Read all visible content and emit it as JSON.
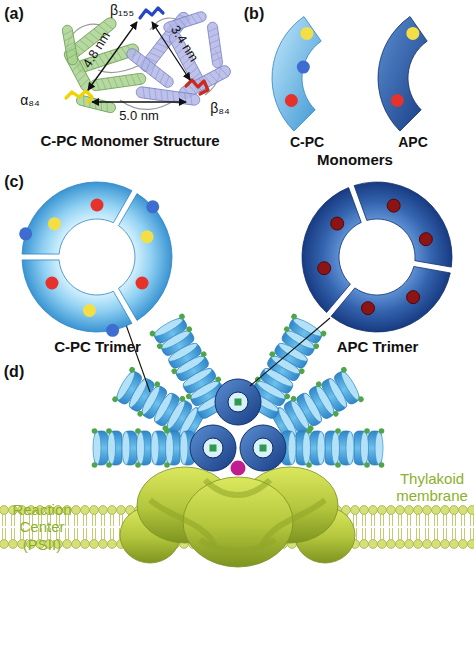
{
  "diagram": {
    "nodes": [
      {
        "text": [
          "C-PC"
        ]
      },
      {
        "text": [
          "APC"
        ]
      },
      {
        "text": [
          "C-PC Trimer"
        ]
      },
      {
        "text": [
          "APC Trimer"
        ]
      }
    ],
    "labels": [
      "(a)",
      "β₁₅₅",
      "4.8 nm",
      "3.4 nm",
      "α₈₄",
      "β₈₄",
      "5.0 nm",
      "C-PC Monomer Structure",
      "(b)",
      "Monomers",
      "(c)",
      "(d)",
      "Reaction Center (PSII)",
      "Thylakoid membrane"
    ]
  }
}
